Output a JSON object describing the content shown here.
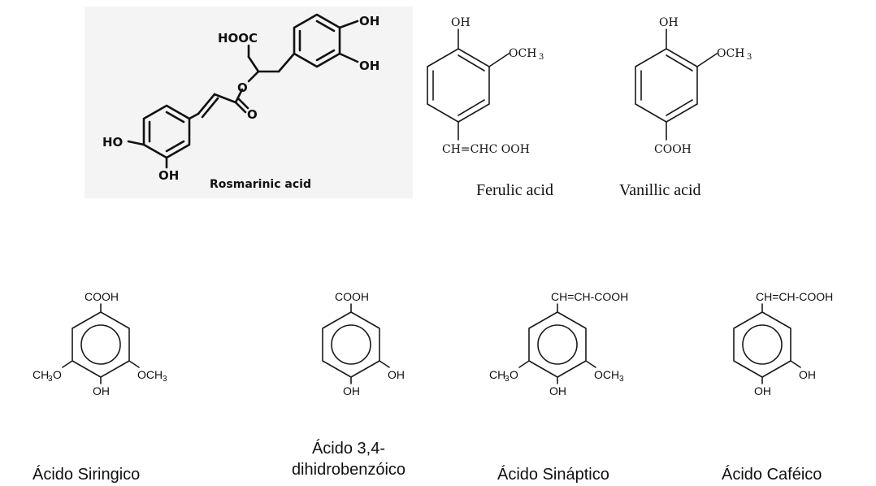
{
  "structures": {
    "rosmarinic": {
      "name": "Rosmarinic acid",
      "cooh": "HOOC",
      "oh_top1": "OH",
      "oh_top2": "OH",
      "oh_left": "HO",
      "oh_bottom": "OH",
      "ester_o": "O",
      "carbonyl_o": "O"
    },
    "ferulic": {
      "name": "Ferulic acid",
      "oh": "OH",
      "och3": "OCH",
      "och3_sub": "3",
      "side_chain": "CH=CHC OOH"
    },
    "vanillic": {
      "name": "Vanillic acid",
      "oh": "OH",
      "och3": "OCH",
      "och3_sub": "3",
      "cooh": "COOH"
    },
    "siringico": {
      "name": "Ácido Siringico",
      "cooh": "COOH",
      "left_ch": "CH",
      "left_sub": "3",
      "left_o": "O",
      "right_och": "OCH",
      "right_sub": "3",
      "oh": "OH"
    },
    "dihidrobenzoico": {
      "name_line1": "Ácido 3,4-",
      "name_line2": "dihidrobenzóico",
      "cooh": "COOH",
      "oh_right": "OH",
      "oh_bottom": "OH"
    },
    "sinaptico": {
      "name": "Ácido Sináptico",
      "side_chain": "CH=CH-COOH",
      "left_ch": "CH",
      "left_sub": "3",
      "left_o": "O",
      "right_och": "OCH",
      "right_sub": "3",
      "oh": "OH"
    },
    "cafeico": {
      "name": "Ácido Caféico",
      "side_chain": "CH=CH-COOH",
      "oh_right": "OH",
      "oh_bottom": "OH"
    }
  }
}
